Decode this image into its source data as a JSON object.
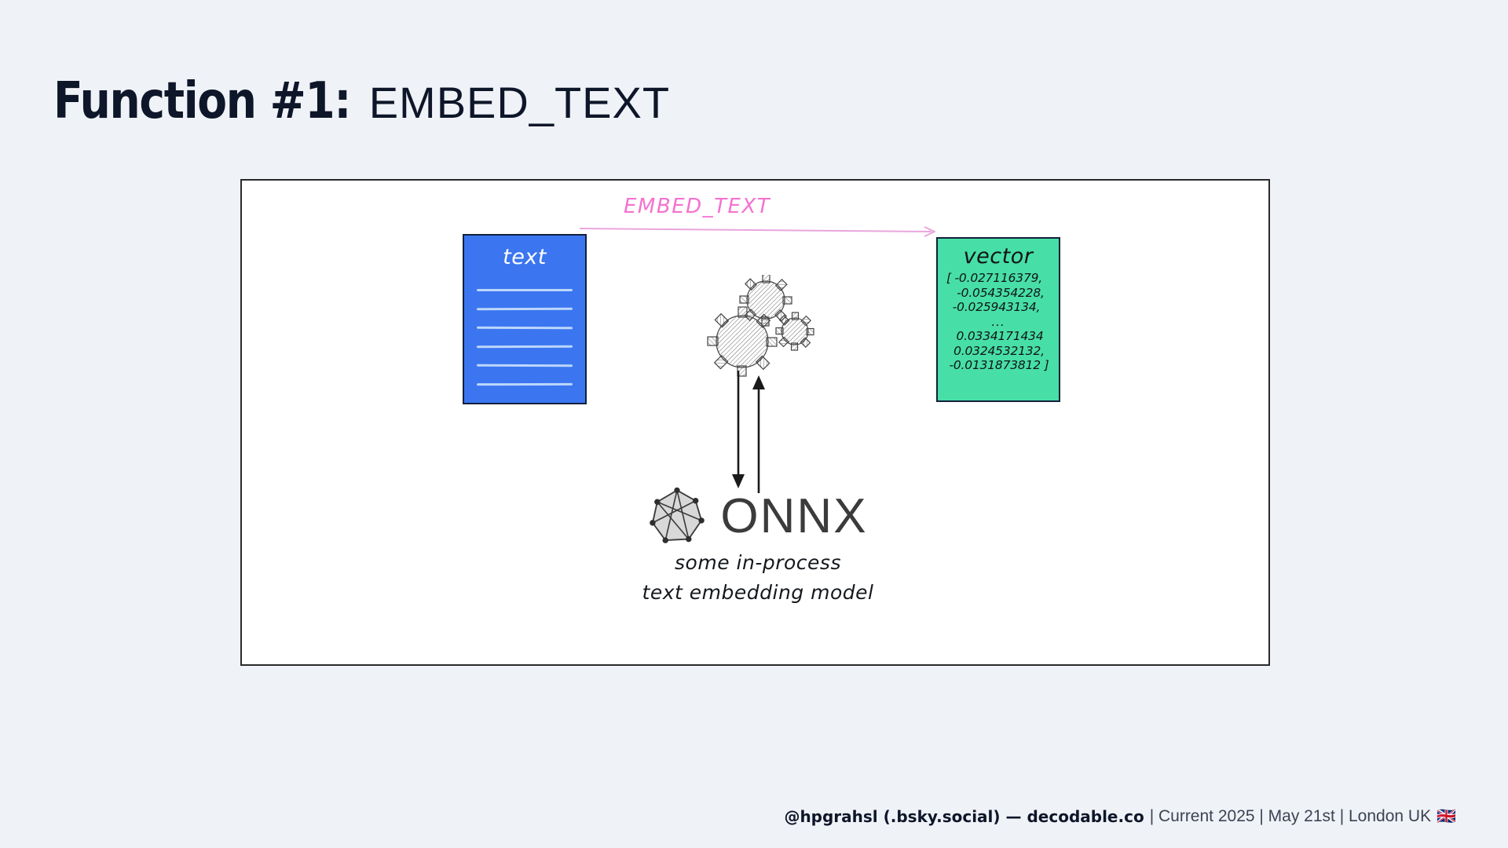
{
  "slide": {
    "title_strong": "Function #1:",
    "title_light": "EMBED_TEXT",
    "background_color": "#eff2f7"
  },
  "diagram": {
    "input_box": {
      "label": "text",
      "fill_color": "#3b76f0",
      "line_count": 6,
      "line_color": "#bcd6fb"
    },
    "edge": {
      "label": "EMBED_TEXT",
      "color": "#f472d0",
      "direction": "left-to-right"
    },
    "output_box": {
      "label": "vector",
      "fill_color": "#47dfa7",
      "values": [
        "[ -0.027116379,",
        "-0.054354228,",
        "-0.025943134,",
        "...",
        "0.0334171434",
        "0.0324532132,",
        "-0.0131873812 ]"
      ]
    },
    "engine": {
      "icon": "gears-icon",
      "logo_name": "onnx-logo",
      "wordmark": "ONNX",
      "caption_line_1": "some in-process",
      "caption_line_2": "text embedding model",
      "arrows": [
        "down",
        "up"
      ]
    }
  },
  "footer": {
    "handle": "@hpgrahsl (.bsky.social) — decodable.co",
    "meta": "| Current 2025 | May 21st | London UK",
    "flag": "🇬🇧"
  }
}
